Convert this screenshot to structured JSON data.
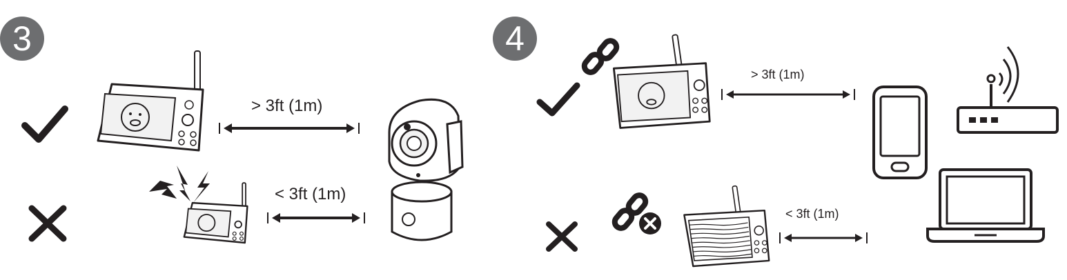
{
  "steps": [
    {
      "number": "3",
      "rows": [
        {
          "status": "correct",
          "icon": "checkmark-icon",
          "distance_label": "> 3ft (1m)"
        },
        {
          "status": "wrong",
          "icon": "cross-icon",
          "distance_label": "< 3ft (1m)"
        }
      ]
    },
    {
      "number": "4",
      "rows": [
        {
          "status": "correct",
          "icon": "checkmark-icon",
          "distance_label": "> 3ft (1m)"
        },
        {
          "status": "wrong",
          "icon": "cross-icon",
          "distance_label": "< 3ft (1m)"
        }
      ]
    }
  ],
  "icons": [
    "checkmark-icon",
    "cross-icon",
    "link-icon",
    "broken-link-icon",
    "interference-icon",
    "smartphone-icon",
    "wifi-router-icon",
    "laptop-icon",
    "camera-icon",
    "parent-unit-icon"
  ],
  "colors": {
    "ink": "#231f20",
    "badge": "#6d6e70",
    "screen": "#f2f2f2"
  }
}
